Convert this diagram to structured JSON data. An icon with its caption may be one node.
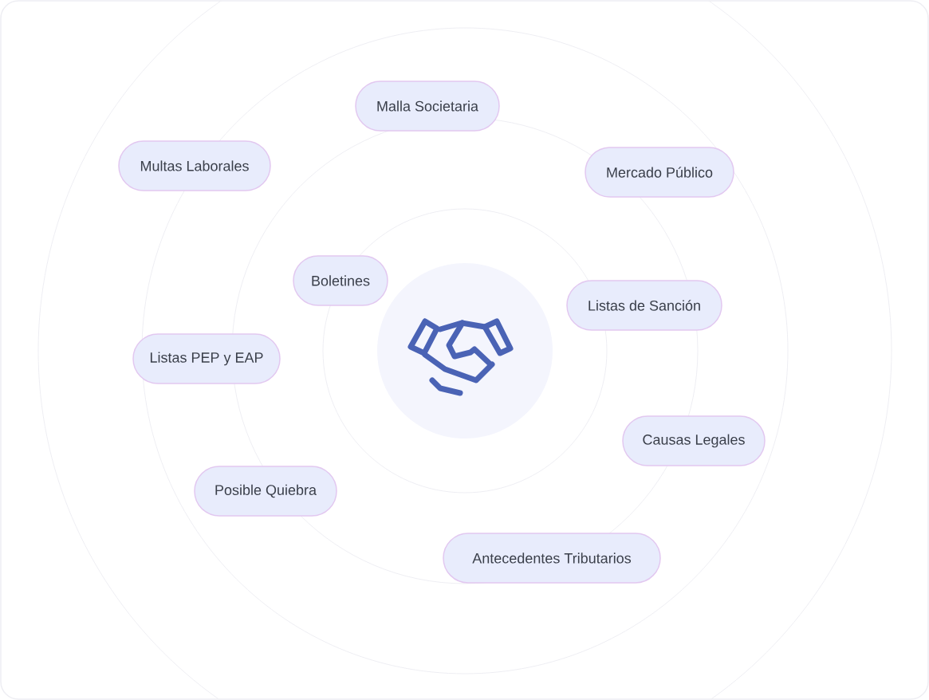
{
  "diagram": {
    "nodes": [
      {
        "text": [
          "Malla Societaria"
        ]
      },
      {
        "text": [
          "Multas Laborales"
        ]
      },
      {
        "text": [
          "Mercado Público"
        ]
      },
      {
        "text": [
          "Boletines"
        ]
      },
      {
        "text": [
          "Listas de Sanción"
        ]
      },
      {
        "text": [
          "Listas PEP y EAP"
        ]
      },
      {
        "text": [
          "Causas Legales"
        ]
      },
      {
        "text": [
          "Posible Quiebra"
        ]
      },
      {
        "text": [
          "Antecedentes Tributarios"
        ]
      }
    ]
  }
}
